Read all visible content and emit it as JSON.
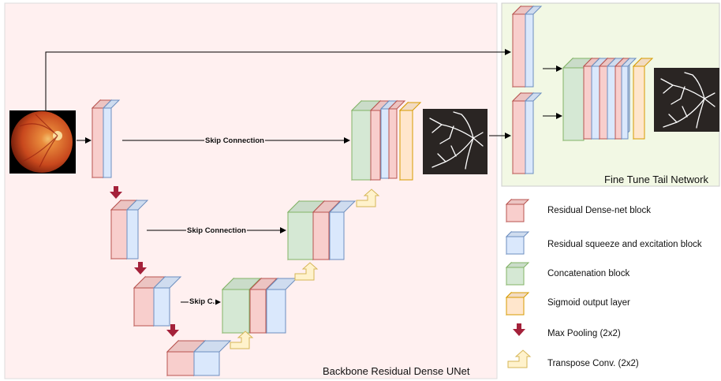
{
  "regions": {
    "backbone": "Backbone Residual Dense UNet",
    "tail": "Fine Tune Tail Network"
  },
  "skip_labels": [
    "Skip Connection",
    "Skip Connection",
    "Skip C."
  ],
  "legend": [
    {
      "label": "Residual Dense-net block",
      "kind": "dense"
    },
    {
      "label": "Residual squeeze and excitation block",
      "kind": "se"
    },
    {
      "label": "Concatenation block",
      "kind": "concat"
    },
    {
      "label": "Sigmoid output layer",
      "kind": "sigmoid"
    },
    {
      "label": "Max Pooling (2x2)",
      "kind": "pool"
    },
    {
      "label": "Transpose Conv. (2x2)",
      "kind": "tconv"
    }
  ],
  "colors": {
    "dense_front": "#f8cecc",
    "dense_stroke": "#b85450",
    "se_front": "#dae8fc",
    "se_stroke": "#6c8ebf",
    "concat_front": "#d5e8d4",
    "concat_stroke": "#82b366",
    "sigmoid_front": "#ffe6cc",
    "sigmoid_stroke": "#d79b00",
    "pool": "#a4213a",
    "tconv_fill": "#fff2cc",
    "tconv_stroke": "#d6b656",
    "backbone_bg": "#fff0f0",
    "tail_bg": "#f2f8e4"
  },
  "icons": [
    "fundus-image-icon",
    "vessel-map-icon",
    "max-pool-arrow-icon",
    "transpose-conv-arrow-icon"
  ]
}
